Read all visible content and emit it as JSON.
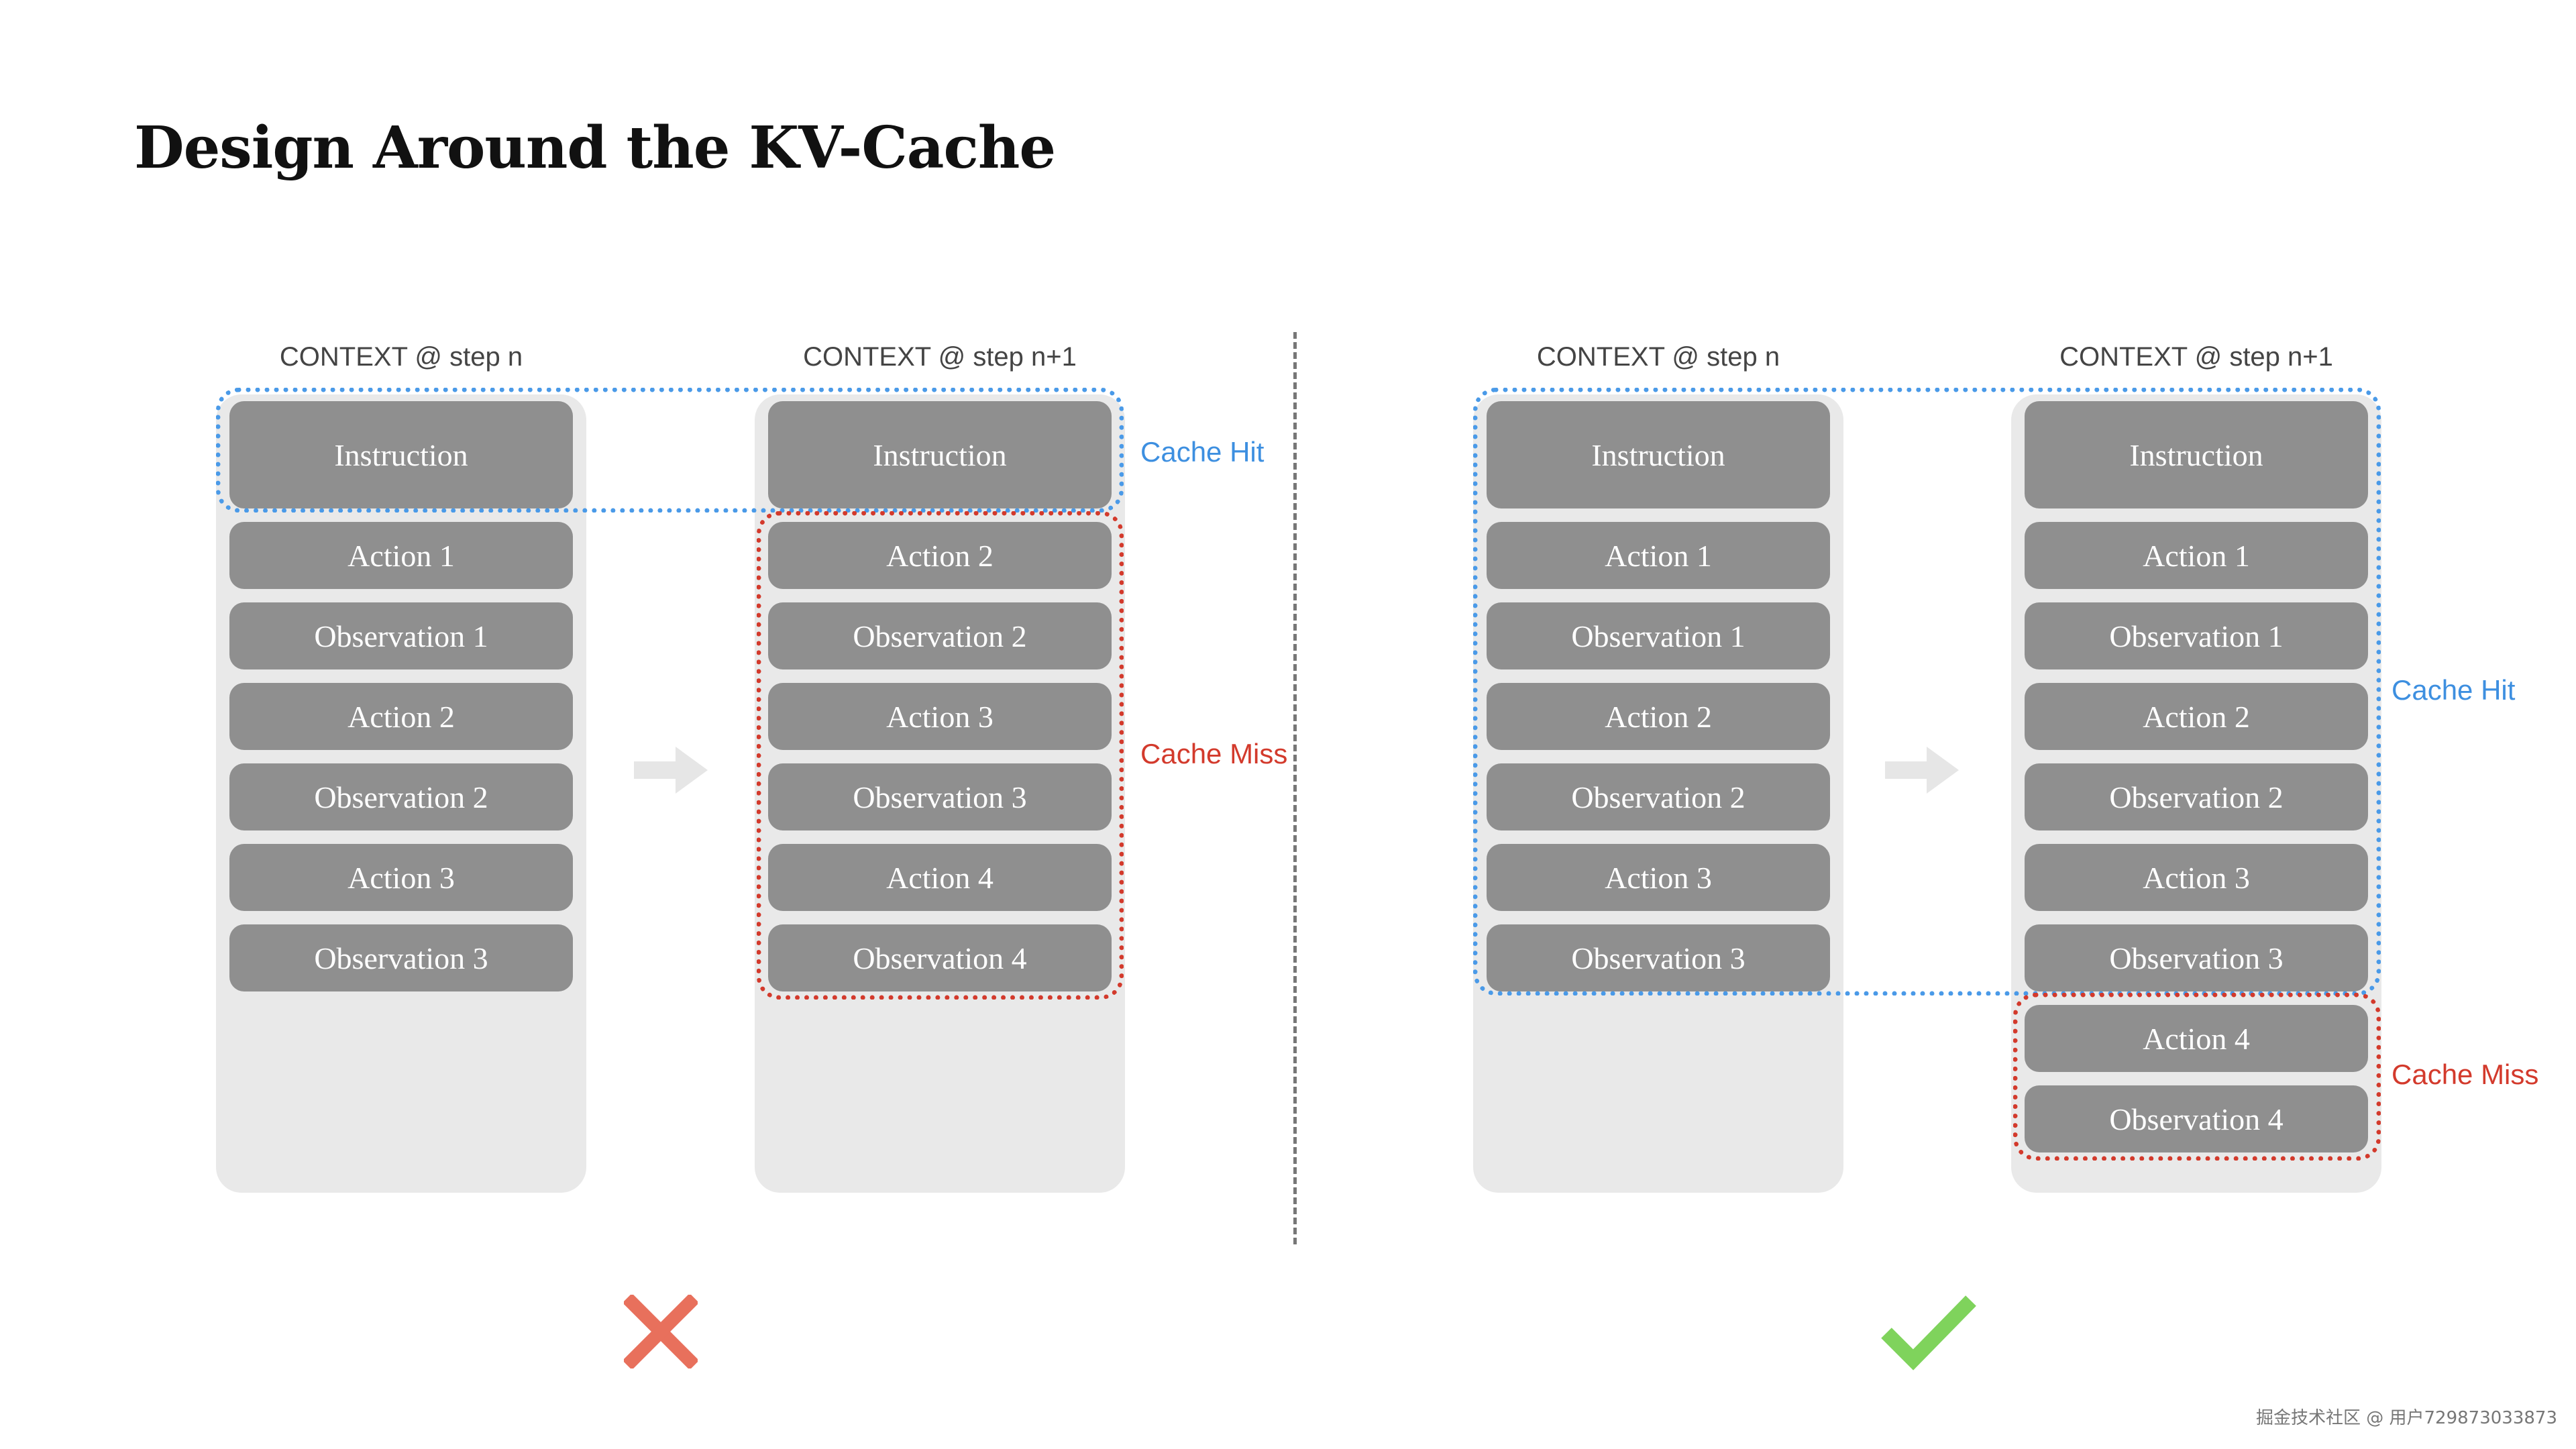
{
  "title": "Design Around the KV-Cache",
  "left_example": {
    "before_label": "CONTEXT @ step n",
    "after_label": "CONTEXT @ step n+1",
    "before_blocks": [
      "Instruction",
      "Action 1",
      "Observation 1",
      "Action 2",
      "Observation 2",
      "Action 3",
      "Observation 3"
    ],
    "after_blocks": [
      "Instruction",
      "Action 2",
      "Observation 2",
      "Action 3",
      "Observation 3",
      "Action 4",
      "Observation 4"
    ],
    "cache_hit_label": "Cache Hit",
    "cache_miss_label": "Cache Miss",
    "verdict": "cross"
  },
  "right_example": {
    "before_label": "CONTEXT @ step n",
    "after_label": "CONTEXT @ step n+1",
    "before_blocks": [
      "Instruction",
      "Action 1",
      "Observation 1",
      "Action 2",
      "Observation 2",
      "Action 3",
      "Observation 3"
    ],
    "after_blocks": [
      "Instruction",
      "Action 1",
      "Observation 1",
      "Action 2",
      "Observation 2",
      "Action 3",
      "Observation 3",
      "Action 4",
      "Observation 4"
    ],
    "cache_hit_label": "Cache Hit",
    "cache_miss_label": "Cache Miss",
    "verdict": "check"
  },
  "colors": {
    "cache_hit": "#4a9ae8",
    "cache_miss": "#d33a2c",
    "block": "#8f8f8f",
    "panel": "#e9e9e9",
    "cross": "#e8705c",
    "check": "#7fd35c"
  },
  "icons": {
    "transition": "right-arrow-icon",
    "bad": "cross-mark-icon",
    "good": "check-mark-icon"
  },
  "watermark": "掘金技术社区 @ 用户729873033873"
}
